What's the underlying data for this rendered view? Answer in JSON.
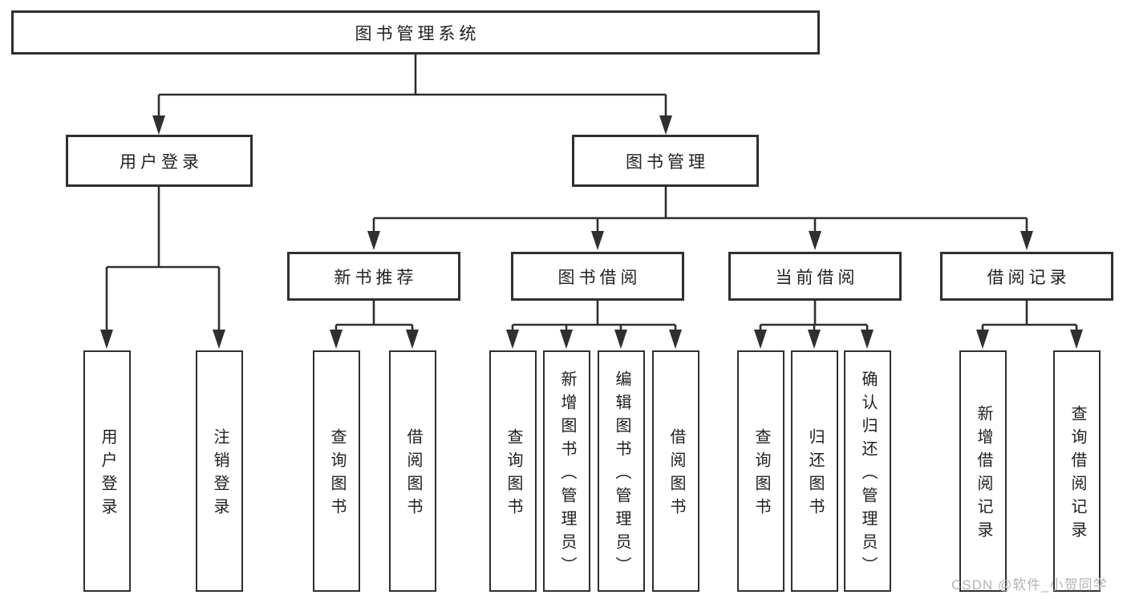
{
  "diagram_type": "hierarchy-tree",
  "tree": {
    "label": "图书管理系统",
    "children": [
      {
        "label": "用户登录",
        "children": [
          {
            "label": "用户登录"
          },
          {
            "label": "注销登录"
          }
        ]
      },
      {
        "label": "图书管理",
        "children": [
          {
            "label": "新书推荐",
            "children": [
              {
                "label": "查询图书"
              },
              {
                "label": "借阅图书"
              }
            ]
          },
          {
            "label": "图书借阅",
            "children": [
              {
                "label": "查询图书"
              },
              {
                "label": "新增图书（管理员）"
              },
              {
                "label": "编辑图书（管理员）"
              },
              {
                "label": "借阅图书"
              }
            ]
          },
          {
            "label": "当前借阅",
            "children": [
              {
                "label": "查询图书"
              },
              {
                "label": "归还图书"
              },
              {
                "label": "确认归还（管理员）"
              }
            ]
          },
          {
            "label": "借阅记录",
            "children": [
              {
                "label": "新增借阅记录"
              },
              {
                "label": "查询借阅记录"
              }
            ]
          }
        ]
      }
    ]
  },
  "watermark": {
    "text": "CSDN @软件_小贺同学"
  },
  "colors": {
    "line": "#2f2f2f",
    "box_border": "#2f2f2f",
    "text": "#1f1f1f",
    "watermark": "#b4b4b4",
    "background": "#ffffff"
  }
}
